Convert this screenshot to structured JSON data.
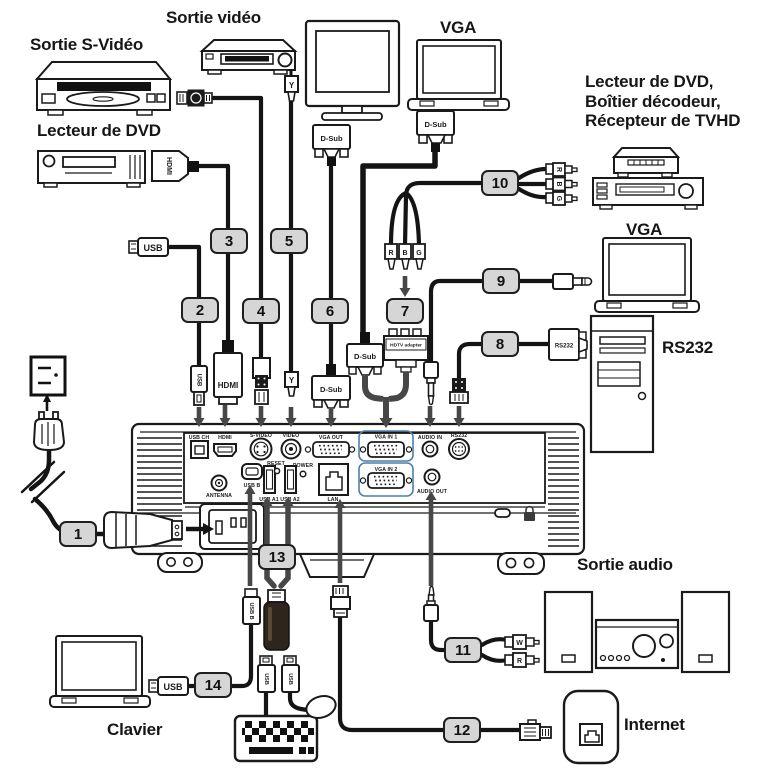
{
  "labels": {
    "sortie_svideo": "Sortie S-Vidéo",
    "sortie_video": "Sortie vidéo",
    "vga_top": "VGA",
    "lecteur_dvd": "Lecteur de DVD",
    "source_line1": "Lecteur de DVD,",
    "source_line2": "Boîtier décodeur,",
    "source_line3": "Récepteur de TVHD",
    "vga_right": "VGA",
    "rs232_pc": "RS232",
    "sortie_audio": "Sortie audio",
    "clavier": "Clavier",
    "internet": "Internet"
  },
  "callouts": [
    "1",
    "2",
    "3",
    "4",
    "5",
    "6",
    "7",
    "8",
    "9",
    "10",
    "11",
    "12",
    "13",
    "14"
  ],
  "connectors": {
    "usb": "USB",
    "usb_b": "USB B",
    "hdmi": "HDMI",
    "dsub": "D-Sub",
    "y": "Y",
    "rs232": "RS232",
    "hdtv": "HDTV adapter",
    "r": "R",
    "b": "B",
    "g": "G",
    "w": "W"
  },
  "ports": {
    "usb_ch": "USB CH",
    "hdmi": "HDMI",
    "s_video": "S-VIDEO",
    "video": "VIDEO",
    "vga_out": "VGA OUT",
    "vga_in_1": "VGA IN 1",
    "vga_in_2": "VGA IN 2",
    "audio_in": "AUDIO IN",
    "audio_out": "AUDIO OUT",
    "rs232": "RS232",
    "antenna": "ANTENNA",
    "usb_b": "USB B",
    "usb_a1": "USB A1",
    "usb_a2": "USB A2",
    "reset": "RESET",
    "power": "POWER",
    "lan": "LAN"
  },
  "colors": {
    "line": "#1a1a1a",
    "arrow": "#474747",
    "callout_fill": "#d6d6d6",
    "vga_group_outline": "#4f7fae"
  }
}
